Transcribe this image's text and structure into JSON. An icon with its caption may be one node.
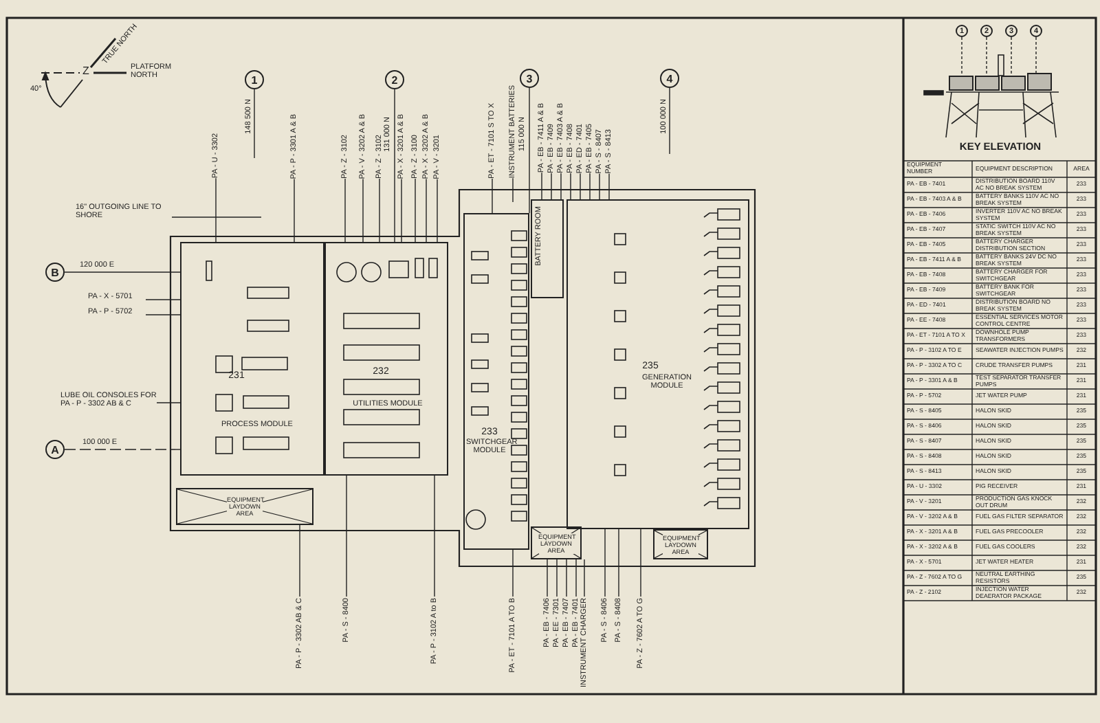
{
  "diagram": {
    "nodes": [
      {
        "text": [
          "1"
        ],
        "beside": [
          "148 500 N"
        ]
      },
      {
        "text": [
          "2"
        ]
      },
      {
        "text": [
          "3"
        ]
      },
      {
        "text": [
          "4"
        ],
        "beside": [
          "100 000 N"
        ]
      },
      {
        "text": [
          "B"
        ],
        "beside": [
          "120 000 E"
        ]
      },
      {
        "text": [
          "A"
        ],
        "beside": [
          "100 000 E"
        ]
      },
      {
        "text": [
          "231",
          "PROCESS MODULE"
        ]
      },
      {
        "text": [
          "232",
          "UTILITIES MODULE"
        ]
      },
      {
        "text": [
          "233",
          "SWITCHGEAR MODULE"
        ]
      },
      {
        "text": [
          "BATTERY ROOM"
        ]
      },
      {
        "text": [
          "235",
          "GENERATION MODULE"
        ]
      },
      {
        "text": [
          "EQUIPMENT LAYDOWN AREA"
        ]
      },
      {
        "text": [
          "EQUIPMENT LAYDOWN AREA"
        ]
      },
      {
        "text": [
          "EQUIPMENT LAYDOWN AREA"
        ]
      },
      {
        "text": [
          "1"
        ]
      },
      {
        "text": [
          "2"
        ]
      },
      {
        "text": [
          "3"
        ]
      },
      {
        "text": [
          "4"
        ]
      },
      {
        "text": [
          "PA - U - 3302"
        ]
      },
      {
        "text": [
          "PA - P - 3301 A & B"
        ]
      },
      {
        "text": [
          "PA - Z - 3102"
        ]
      },
      {
        "text": [
          "PA - V - 3202 A & B"
        ]
      },
      {
        "text": [
          "PA - Z - 3102"
        ]
      },
      {
        "text": [
          "PA - X - 3201 A & B"
        ]
      },
      {
        "text": [
          "PA - Z - 3100"
        ]
      },
      {
        "text": [
          "PA - X - 3202 A & B"
        ]
      },
      {
        "text": [
          "PA - V - 3201"
        ]
      },
      {
        "text": [
          "PA - ET - 7101 S TO X"
        ]
      },
      {
        "text": [
          "INSTRUMENT BATTERIES"
        ]
      },
      {
        "text": [
          "PA - EB - 7411 A & B"
        ]
      },
      {
        "text": [
          "PA - EB - 7409"
        ]
      },
      {
        "text": [
          "PA - EB - 7403 A & B"
        ]
      },
      {
        "text": [
          "PA - EB - 7408"
        ]
      },
      {
        "text": [
          "PA - ED - 7401"
        ]
      },
      {
        "text": [
          "PA - EB - 7405"
        ]
      },
      {
        "text": [
          "PA - S - 8407"
        ]
      },
      {
        "text": [
          "PA - S - 8413"
        ]
      },
      {
        "text": [
          "16\" OUTGOING LINE TO SHORE"
        ]
      },
      {
        "text": [
          "PA - X - 5701"
        ]
      },
      {
        "text": [
          "PA - P - 5702"
        ]
      },
      {
        "text": [
          "LUBE OIL CONSOLES FOR PA - P - 3302 AB & C"
        ]
      },
      {
        "text": [
          "PA - P - 3302 AB & C"
        ]
      },
      {
        "text": [
          "PA - S - 8400"
        ]
      },
      {
        "text": [
          "PA - P - 3102 A to B"
        ]
      },
      {
        "text": [
          "PA - ET - 7101 A TO B"
        ]
      },
      {
        "text": [
          "PA - EB - 7406"
        ]
      },
      {
        "text": [
          "PA - EE - 7301"
        ]
      },
      {
        "text": [
          "PA - EB - 7407"
        ]
      },
      {
        "text": [
          "PA - EB - 7401"
        ]
      },
      {
        "text": [
          "INSTRUMENT CHARGER"
        ]
      },
      {
        "text": [
          "PA - S - 8406"
        ]
      },
      {
        "text": [
          "PA - S - 8408"
        ]
      },
      {
        "text": [
          "PA - Z - 7602 A TO G"
        ]
      },
      {
        "text": [],
        "shape": "box"
      },
      {
        "text": [],
        "shape": "box"
      },
      {
        "text": [],
        "shape": "box"
      },
      {
        "text": [],
        "shape": "box"
      }
    ],
    "edges": [
      {
        "from": 14,
        "to": 53,
        "arrow": "none",
        "style": "dashed"
      },
      {
        "from": 15,
        "to": 54,
        "arrow": "none",
        "style": "dashed"
      },
      {
        "from": 16,
        "to": 55,
        "arrow": "none",
        "style": "dashed"
      },
      {
        "from": 17,
        "to": 56,
        "arrow": "none",
        "style": "dashed"
      },
      {
        "from": 0,
        "to": null,
        "arrow": "none"
      },
      {
        "from": 1,
        "to": 7,
        "arrow": "none"
      },
      {
        "from": 2,
        "to": 8,
        "arrow": "none"
      },
      {
        "from": 3,
        "to": null,
        "arrow": "none"
      },
      {
        "from": 4,
        "to": 6,
        "arrow": "none"
      },
      {
        "from": 5,
        "to": 6,
        "arrow": "none",
        "style": "dashed"
      },
      {
        "from": 18,
        "to": 6,
        "arrow": "none"
      },
      {
        "from": 19,
        "to": 6,
        "arrow": "none"
      },
      {
        "from": 20,
        "to": 7,
        "arrow": "none"
      },
      {
        "from": 21,
        "to": 7,
        "arrow": "none"
      },
      {
        "from": 22,
        "to": 7,
        "arrow": "none"
      },
      {
        "from": 23,
        "to": 7,
        "arrow": "none"
      },
      {
        "from": 24,
        "to": 7,
        "arrow": "none"
      },
      {
        "from": 25,
        "to": 7,
        "arrow": "none"
      },
      {
        "from": 26,
        "to": 7,
        "arrow": "none"
      },
      {
        "from": 27,
        "to": 8,
        "arrow": "none"
      },
      {
        "from": 28,
        "to": null,
        "arrow": "none"
      },
      {
        "from": 29,
        "to": 9,
        "arrow": "none"
      },
      {
        "from": 30,
        "to": 9,
        "arrow": "none"
      },
      {
        "from": 31,
        "to": 9,
        "arrow": "none"
      },
      {
        "from": 32,
        "to": 10,
        "arrow": "none"
      },
      {
        "from": 33,
        "to": 10,
        "arrow": "none"
      },
      {
        "from": 34,
        "to": 10,
        "arrow": "none"
      },
      {
        "from": 35,
        "to": 10,
        "arrow": "none"
      },
      {
        "from": 36,
        "to": 10,
        "arrow": "none"
      },
      {
        "from": 37,
        "to": null,
        "arrow": "none"
      },
      {
        "from": 38,
        "to": 6,
        "arrow": "none"
      },
      {
        "from": 39,
        "to": 6,
        "arrow": "none"
      },
      {
        "from": 40,
        "to": 6,
        "arrow": "none"
      },
      {
        "from": 41,
        "to": 11,
        "arrow": "none"
      },
      {
        "from": 42,
        "to": 7,
        "arrow": "none"
      },
      {
        "from": 43,
        "to": 7,
        "arrow": "none"
      },
      {
        "from": 44,
        "to": 8,
        "arrow": "none"
      },
      {
        "from": 45,
        "to": 12,
        "arrow": "none"
      },
      {
        "from": 46,
        "to": 12,
        "arrow": "none"
      },
      {
        "from": 47,
        "to": 12,
        "arrow": "none"
      },
      {
        "from": 48,
        "to": 12,
        "arrow": "none"
      },
      {
        "from": 49,
        "to": 12,
        "arrow": "none"
      },
      {
        "from": 50,
        "to": 10,
        "arrow": "none"
      },
      {
        "from": 51,
        "to": 10,
        "arrow": "none"
      },
      {
        "from": 52,
        "to": 10,
        "arrow": "none"
      }
    ],
    "labels": [
      "TRUE NORTH",
      "PLATFORM NORTH",
      "Z",
      "40°",
      "131 000 N",
      "115 000 N",
      "KEY ELEVATION",
      "EQUIPMENT NUMBER",
      "EQUIPMENT DESCRIPTION",
      "AREA",
      "PA - EB - 7401",
      "DISTRIBUTION BOARD 110V AC NO BREAK SYSTEM",
      "233",
      "PA - EB - 7403 A & B",
      "BATTERY BANKS 110V AC NO BREAK SYSTEM",
      "233",
      "PA - EB - 7406",
      "INVERTER 110V AC NO BREAK SYSTEM",
      "233",
      "PA - EB - 7407",
      "STATIC SWITCH 110V AC NO BREAK SYSTEM",
      "233",
      "PA - EB - 7405",
      "BATTERY CHARGER DISTRIBUTION SECTION",
      "233",
      "PA - EB - 7411 A & B",
      "BATTERY BANKS 24V DC NO BREAK SYSTEM",
      "233",
      "PA - EB - 7408",
      "BATTERY CHARGER FOR SWITCHGEAR",
      "233",
      "PA - EB - 7409",
      "BATTERY BANK FOR SWITCHGEAR",
      "233",
      "PA - ED - 7401",
      "DISTRIBUTION BOARD NO BREAK SYSTEM",
      "233",
      "PA - EE - 7408",
      "ESSENTIAL SERVICES MOTOR CONTROL CENTRE",
      "233",
      "PA - ET - 7101 A TO X",
      "DOWNHOLE PUMP TRANSFORMERS",
      "233",
      "PA - P - 3102 A TO E",
      "SEAWATER INJECTION PUMPS",
      "232",
      "PA - P - 3302 A TO C",
      "CRUDE TRANSFER PUMPS",
      "231",
      "PA - P - 3301 A & B",
      "TEST SEPARATOR TRANSFER PUMPS",
      "231",
      "PA - P - 5702",
      "JET WATER PUMP",
      "231",
      "PA - S - 8405",
      "HALON SKID",
      "235",
      "PA - S - 8406",
      "HALON SKID",
      "235",
      "PA - S - 8407",
      "HALON SKID",
      "235",
      "PA - S - 8408",
      "HALON SKID",
      "235",
      "PA - S - 8413",
      "HALON SKID",
      "235",
      "PA - U - 3302",
      "PIG RECEIVER",
      "231",
      "PA - V - 3201",
      "PRODUCTION GAS KNOCK OUT DRUM",
      "232",
      "PA - V - 3202 A & B",
      "FUEL GAS FILTER SEPARATOR",
      "232",
      "PA - X - 3201 A & B",
      "FUEL GAS PRECOOLER",
      "232",
      "PA - X - 3202 A & B",
      "FUEL GAS COOLERS",
      "232",
      "PA - X - 5701",
      "JET WATER HEATER",
      "231",
      "PA - Z - 7602 A TO G",
      "NEUTRAL EARTHING RESISTORS",
      "235",
      "PA - Z - 2102",
      "INJECTION WATER DEAERATOR PACKAGE",
      "232"
    ]
  }
}
